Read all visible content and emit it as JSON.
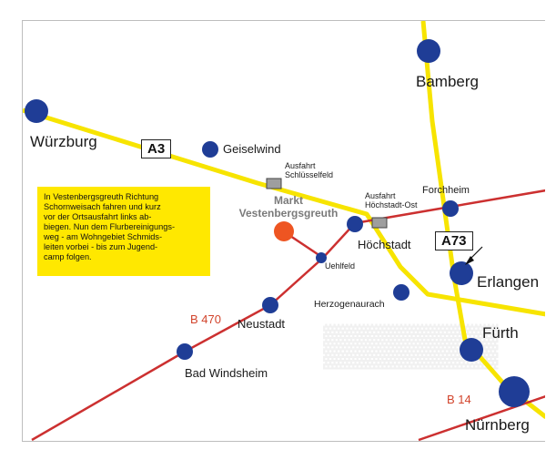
{
  "colors": {
    "motorway": "#f7e400",
    "main_road": "#cc3030",
    "place_dot": "#1f3d96",
    "destination": "#ee5522",
    "exit_marker": "#9e9e9e",
    "note_bg": "#ffe800"
  },
  "highways": {
    "a3": "A3",
    "a73": "A73"
  },
  "roads": {
    "b470": "B 470",
    "b14": "B 14"
  },
  "cities": {
    "wuerzburg": "Würzburg",
    "bamberg": "Bamberg",
    "geiselwind": "Geiselwind",
    "forchheim": "Forchheim",
    "hoechstadt": "Höchstadt",
    "erlangen": "Erlangen",
    "herzogenaurach": "Herzogenaurach",
    "uehlfeld": "Uehlfeld",
    "neustadt": "Neustadt",
    "fuerth": "Fürth",
    "bad_windsheim": "Bad Windsheim",
    "nuernberg": "Nürnberg"
  },
  "exits": {
    "schluesselfeld": [
      "Ausfahrt",
      "Schlüsselfeld"
    ],
    "hoechstadt_ost": [
      "Ausfahrt",
      "Höchstadt-Ost"
    ]
  },
  "destination": [
    "Markt",
    "Vestenbergsgreuth"
  ],
  "directions": [
    "In Vestenbergsgreuth Richtung",
    "Schornweisach fahren und kurz",
    "vor der Ortsausfahrt links ab-",
    "biegen. Nun dem Flurbereinigungs-",
    "weg - am Wohngebiet Schmids-",
    "leiten vorbei - bis zum Jugend-",
    "camp folgen."
  ]
}
